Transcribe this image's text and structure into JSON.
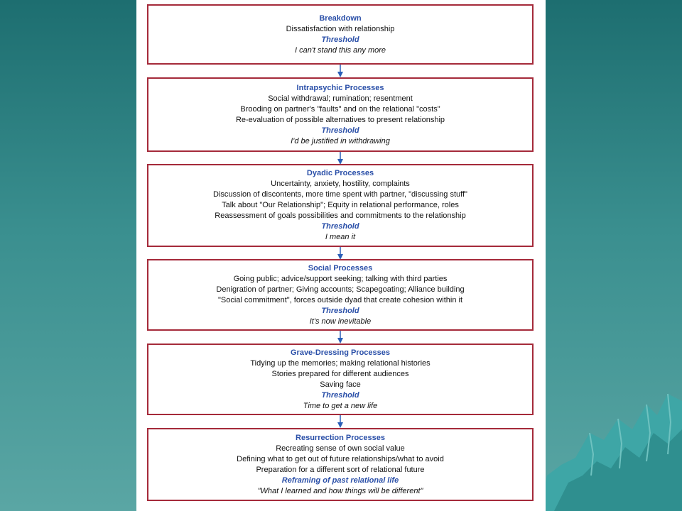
{
  "stages": [
    {
      "title": "Breakdown",
      "lines": [
        "Dissatisfaction with relationship"
      ],
      "threshold_label": "Threshold",
      "threshold_quote": "I can't stand this any more"
    },
    {
      "title": "Intrapsychic Processes",
      "lines": [
        "Social withdrawal; rumination; resentment",
        "Brooding on partner's \"faults\" and on the relational \"costs\"",
        "Re-evaluation of possible alternatives to present relationship"
      ],
      "threshold_label": "Threshold",
      "threshold_quote": "I'd be justified in withdrawing"
    },
    {
      "title": "Dyadic Processes",
      "lines": [
        "Uncertainty, anxiety, hostility, complaints",
        "Discussion of discontents, more time spent with partner, \"discussing stuff\"",
        "Talk about \"Our Relationship\"; Equity in relational performance, roles",
        "Reassessment of goals possibilities and commitments to the relationship"
      ],
      "threshold_label": "Threshold",
      "threshold_quote": "I mean it"
    },
    {
      "title": "Social Processes",
      "lines": [
        "Going public; advice/support seeking; talking with third parties",
        "Denigration of partner; Giving accounts; Scapegoating; Alliance building",
        "\"Social commitment\", forces outside dyad that create cohesion within it"
      ],
      "threshold_label": "Threshold",
      "threshold_quote": "It's now inevitable"
    },
    {
      "title": "Grave-Dressing Processes",
      "lines": [
        "Tidying up the memories; making relational histories",
        "Stories prepared for different audiences",
        "Saving face"
      ],
      "threshold_label": "Threshold",
      "threshold_quote": "Time to get a new life"
    },
    {
      "title": "Resurrection Processes",
      "lines": [
        "Recreating sense of own social value",
        "Defining what to get out of future relationships/what to avoid",
        "Preparation for a different sort of relational future"
      ],
      "threshold_label": "Reframing of past relational life",
      "threshold_quote": "\"What I learned and how things will be different\""
    }
  ],
  "colors": {
    "box_border": "#a52a3a",
    "title_blue": "#2a4fa8",
    "arrow_blue": "#2a5fb8",
    "background_teal": "#2f8585"
  }
}
